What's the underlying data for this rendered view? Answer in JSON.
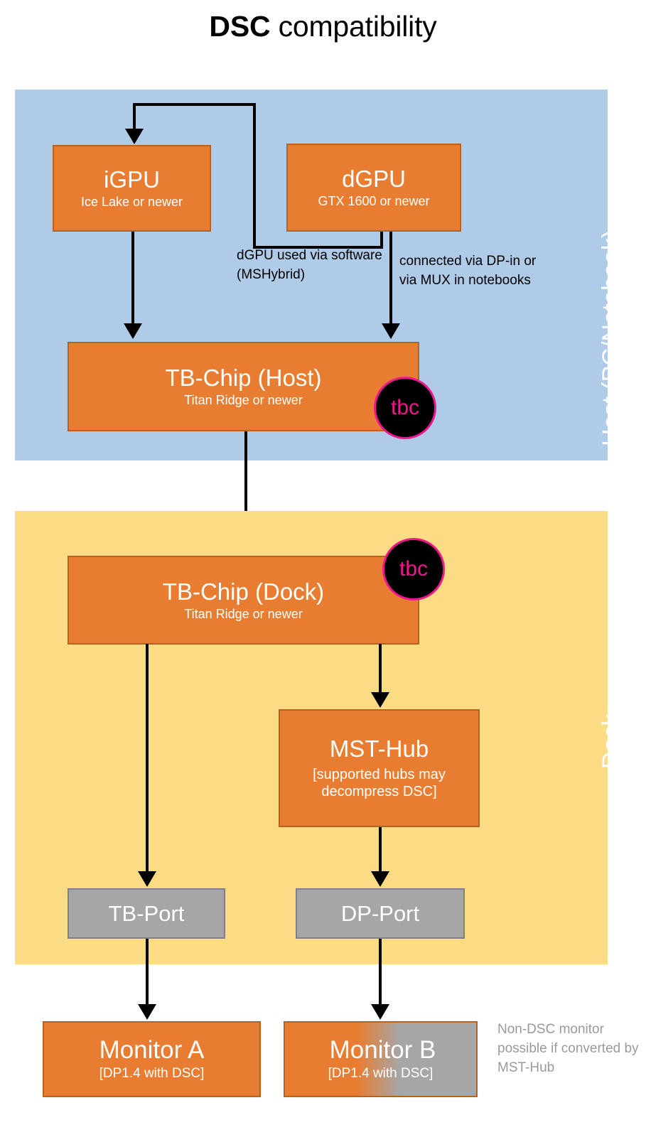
{
  "title": {
    "bold": "DSC",
    "rest": " compatibility"
  },
  "colors": {
    "host_panel": "#AFCBE8",
    "dock_panel": "#FBDC84",
    "box_fill": "#E87D31",
    "box_border": "#B4641E",
    "port_fill": "#A6A6A6",
    "port_border": "#808080",
    "badge_fill": "#000000",
    "badge_accent": "#F0168C",
    "note_gray": "#9A9A9A",
    "connector": "#000000",
    "box_text": "#FFFFFF"
  },
  "panels": {
    "host": {
      "label": "Host (PC/Notebook)"
    },
    "dock": {
      "label": "Dock"
    }
  },
  "boxes": {
    "igpu": {
      "main": "iGPU",
      "sub": "Ice Lake or newer"
    },
    "dgpu": {
      "main": "dGPU",
      "sub": "GTX 1600 or newer"
    },
    "tbhost": {
      "main": "TB-Chip (Host)",
      "sub": "Titan Ridge or newer"
    },
    "tbdock": {
      "main": "TB-Chip (Dock)",
      "sub": "Titan Ridge or newer"
    },
    "msthub": {
      "main": "MST-Hub",
      "sub": "[supported hubs may decompress DSC]"
    },
    "tbport": {
      "main": "TB-Port",
      "sub": ""
    },
    "dpport": {
      "main": "DP-Port",
      "sub": ""
    },
    "monitor_a": {
      "main": "Monitor A",
      "sub": "[DP1.4 with DSC]"
    },
    "monitor_b": {
      "main": "Monitor B",
      "sub": "[DP1.4 with DSC]"
    }
  },
  "badges": {
    "tbc_host": "tbc",
    "tbc_dock": "tbc"
  },
  "notes": {
    "mshybrid": "dGPU used via software (MSHybrid)",
    "dp_in": "connected via DP-in or via MUX in notebooks",
    "non_dsc": "Non-DSC monitor possible if converted by MST-Hub"
  }
}
